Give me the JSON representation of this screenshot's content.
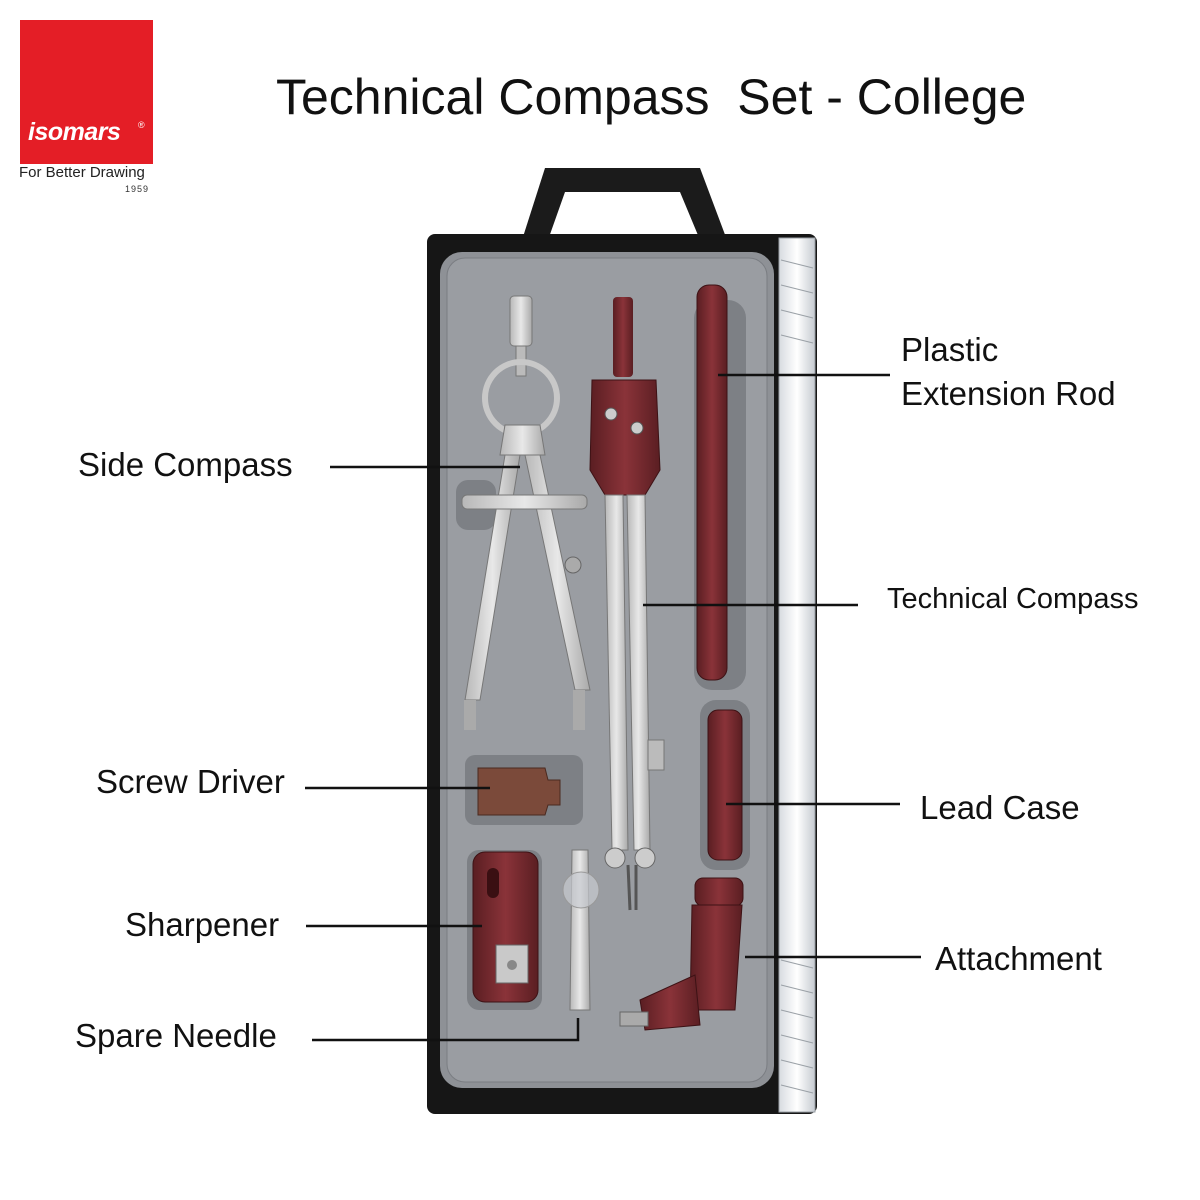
{
  "brand": {
    "name": "isomars",
    "registered_mark": "®",
    "tagline": "For Better Drawing",
    "year": "1959",
    "color": "#e41e26"
  },
  "title": "Technical Compass  Set - College",
  "labels": {
    "plastic_extension_rod_line1": "Plastic",
    "plastic_extension_rod_line2": "Extension Rod",
    "side_compass": "Side Compass",
    "technical_compass": "Technical Compass",
    "screw_driver": "Screw Driver",
    "lead_case": "Lead Case",
    "sharpener": "Sharpener",
    "attachment": "Attachment",
    "spare_needle": "Spare Needle"
  }
}
